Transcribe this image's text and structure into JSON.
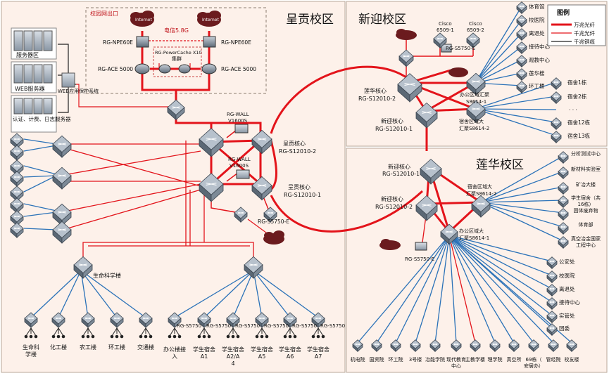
{
  "campuses": {
    "chenggong": "呈贡校区",
    "xinying": "新迎校区",
    "lianhua": "莲华校区"
  },
  "exit_box": {
    "title": "校园网出口",
    "telecom": "电信5.8G",
    "internet1": "Internet",
    "internet2": "Internet",
    "npe_left": "RG-NPE60E",
    "npe_right": "RG-NPE60E",
    "ace_left": "RG-ACE 5000",
    "ace_right": "RG-ACE 5000",
    "cache_line1": "RG-PowerCache X10",
    "cache_line2": "集群"
  },
  "servers": {
    "group1": "服务器区",
    "group2": "WEB服务器",
    "group3": "认证、计费、日志服务器",
    "waf": "WEB应用保护系统"
  },
  "chenggong_core": {
    "wall1_line1": "RG-WALL",
    "wall1_line2": "V1600S",
    "wall2_line1": "RG-WALL",
    "wall2_line2": "V1600S",
    "core2_line1": "呈贡核心",
    "core2_line2": "RG-S12010-2",
    "core1_line1": "呈贡核心",
    "core1_line2": "RG-S12010-1",
    "s5750e": "RG-S5750-E"
  },
  "life_science": "生命科学楼",
  "bottom_left_buildings": [
    "生命科学楼",
    "化工楼",
    "农工楼",
    "环工楼",
    "交通楼"
  ],
  "s5750_labels": [
    "RG-S5750",
    "RG-S5750",
    "RG-S5750",
    "RG-S5750",
    "RG-S5750",
    "RG-S5750"
  ],
  "bottom_right_buildings": [
    "办公楼接入",
    "学生宿舍A1",
    "学生宿舍A2/A4",
    "学生宿舍A5",
    "学生宿舍A6",
    "学生宿舍A7"
  ],
  "xinying_core": {
    "cisco1_line1": "Cisco",
    "cisco1_line2": "6509-1",
    "cisco2_line1": "Cisco",
    "cisco2_line2": "6509-2",
    "s5750e": "RG-S5750-E",
    "core2_line1": "莲华核心",
    "core2_line2": "RG-S12010-2",
    "core1_line1": "新迎核心",
    "core1_line2": "RG-S12010-1",
    "office_line1": "办公区域汇聚",
    "office_line2": "S8614-1",
    "dorm_line1": "宿舍区域大",
    "dorm_line2": "汇聚S8614-2"
  },
  "xinying_office_leaves": [
    "体育馆",
    "校医院",
    "离退处",
    "接待中心",
    "观教中心",
    "莲华楼",
    "环工楼"
  ],
  "xinying_dorm_leaves": [
    "宿舍1栋",
    "宿舍2栋",
    "· · ·",
    "宿舍12栋",
    "宿舍13栋"
  ],
  "legend": {
    "title": "图例",
    "items": [
      "万兆光纤",
      "千兆光纤",
      "千兆铜缆"
    ]
  },
  "lianhua_core": {
    "core1_line1": "新迎核心",
    "core1_line2": "RG-S12010-1",
    "core2_line1": "新迎核心",
    "core2_line2": "RG-S12010-2",
    "dorm_line1": "宿舍区域大",
    "dorm_line2": "汇聚S8614-2",
    "office_line1": "办公区域大",
    "office_line2": "汇聚S8614-1",
    "s5750e": "RG-S5750-E"
  },
  "lianhua_dorm_leaves": [
    "分析测试中心",
    "新材料实验室",
    "矿冶大楼",
    "学生宿舍（共16栋）",
    "固体废弃物",
    "体育部",
    "真空冶金国家工程中心"
  ],
  "lianhua_office_leaves": [
    "公安处",
    "校医院",
    "离退处",
    "接待中心",
    "实管处",
    "团委"
  ],
  "lianhua_bottom_leaves": [
    "机电院",
    "国资院",
    "环工院",
    "3号楼",
    "冶能学院",
    "现代教育中心",
    "主教学楼",
    "理学院",
    "真空所",
    "69栋（安居办）",
    "管经院",
    "校友楼"
  ],
  "colors": {
    "red": "#e3141b",
    "blue": "#2b72b8",
    "black": "#222222",
    "panel_bg": "#fdf1ea",
    "device_dark": "#4a5664",
    "device_light": "#bfc7d0"
  }
}
